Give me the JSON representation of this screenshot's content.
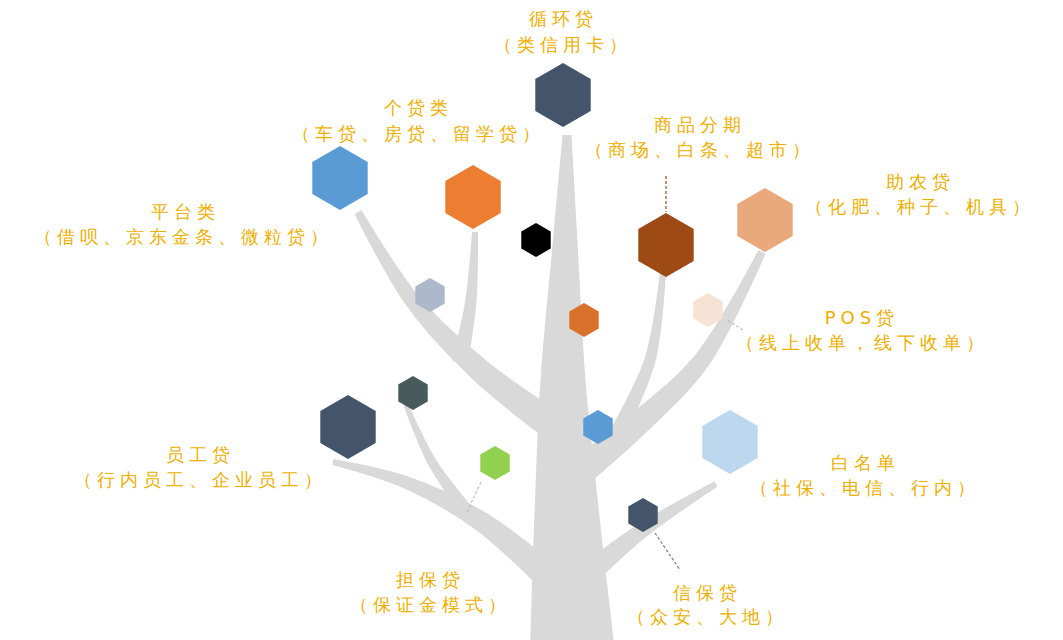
{
  "diagram": {
    "labels": [
      "循环贷",
      "（类信用卡）",
      "个贷类",
      "（车贷、房贷、留学贷）",
      "商品分期",
      "（商场、白条、超市）",
      "助农贷",
      "（化肥、种子、机具）",
      "平台类",
      "（借呗、京东金条、微粒贷）",
      "POS贷",
      "（线上收单，线下收单）",
      "员工贷",
      "（行内员工、企业员工）",
      "白名单",
      "（社保、电信、行内）",
      "担保贷",
      "（保证金模式）",
      "信保贷",
      "（众安、大地）"
    ]
  }
}
